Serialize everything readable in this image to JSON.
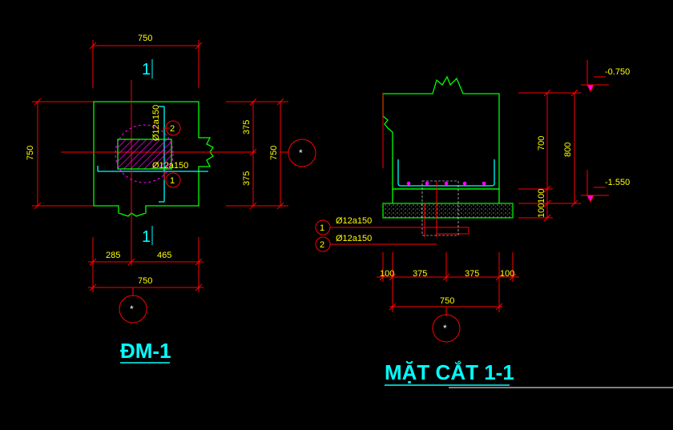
{
  "plan": {
    "title": "ĐM-1",
    "section_marker": "1",
    "dims": {
      "top_width": "750",
      "left_height": "750",
      "right_upper": "375",
      "right_lower": "375",
      "right_total": "750",
      "bottom_left": "285",
      "bottom_right": "465",
      "bottom_total": "750"
    },
    "rebar_label_1": "Ø12a150",
    "rebar_label_2": "Ø12a150",
    "bubble_1": "1",
    "bubble_2": "2",
    "grid_mark": "*"
  },
  "section": {
    "title": "MẶT CẮT 1-1",
    "levels": {
      "top": "-0.750",
      "bottom": "-1.550"
    },
    "dims": {
      "height_700": "700",
      "height_800": "800",
      "slab_100": "100",
      "lean_100": "100",
      "b_left": "100",
      "b_mid1": "375",
      "b_mid2": "375",
      "b_right": "100",
      "b_total": "750"
    },
    "rebar_label_1": "Ø12a150",
    "rebar_label_2": "Ø12a150",
    "bubble_1": "1",
    "bubble_2": "2",
    "grid_mark": "*"
  }
}
